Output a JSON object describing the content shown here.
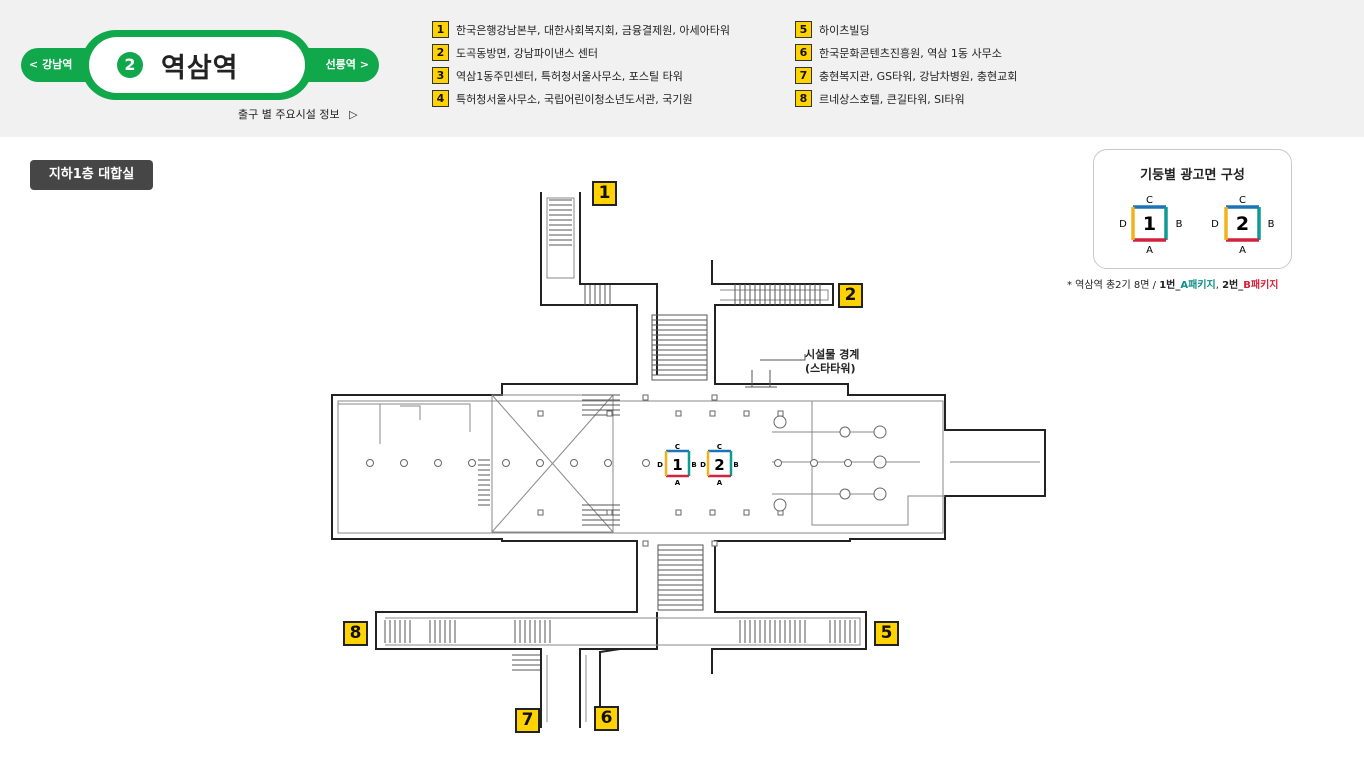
{
  "station": {
    "line_number": "2",
    "name": "역삼역",
    "prev_station": "강남역",
    "next_station": "선릉역",
    "prev_arrow": "<",
    "next_arrow": ">",
    "exit_info_link": "출구 별 주요시설 정보"
  },
  "exits_left": [
    {
      "num": "1",
      "text": "한국은행강남본부, 대한사회복지회, 금융결제원, 아세아타워"
    },
    {
      "num": "2",
      "text": "도곡동방면, 강남파이낸스 센터"
    },
    {
      "num": "3",
      "text": "역삼1동주민센터, 특허청서울사무소, 포스틸 타워"
    },
    {
      "num": "4",
      "text": "특허청서울사무소, 국립어린이청소년도서관, 국기원"
    }
  ],
  "exits_right": [
    {
      "num": "5",
      "text": "하이츠빌딩"
    },
    {
      "num": "6",
      "text": "한국문화콘텐츠진흥원, 역삼 1동 사무소"
    },
    {
      "num": "7",
      "text": "충현복지관, GS타워, 강남차병원, 충현교회"
    },
    {
      "num": "8",
      "text": "르네상스호텔, 큰길타워, SI타워"
    }
  ],
  "floor_label": "지하1층 대합실",
  "legend": {
    "title": "기둥별 광고면 구성",
    "pillars": [
      {
        "num": "1",
        "top": "C",
        "right": "B",
        "bottom": "A",
        "left": "D"
      },
      {
        "num": "2",
        "top": "C",
        "right": "B",
        "bottom": "A",
        "left": "D"
      }
    ],
    "side_colors": {
      "top": "#1b73b8",
      "right": "#0f9b95",
      "bottom": "#d2233c",
      "left": "#f2b21b"
    }
  },
  "note": {
    "prefix": "* 역삼역 총2기 8면 /",
    "item1_label": "1번_",
    "item1_pkg": "A패키지",
    "sep": ",",
    "item2_label": "2번_",
    "item2_pkg": "B패키지"
  },
  "boundary_label": {
    "line1": "시설물 경계",
    "line2": "(스타타워)"
  },
  "map_pillars": [
    {
      "num": "1",
      "top": "C",
      "right": "B",
      "bottom": "A",
      "left": "D"
    },
    {
      "num": "2",
      "top": "C",
      "right": "B",
      "bottom": "A",
      "left": "D"
    }
  ],
  "exit_markers": [
    "1",
    "2",
    "5",
    "6",
    "7",
    "8"
  ]
}
